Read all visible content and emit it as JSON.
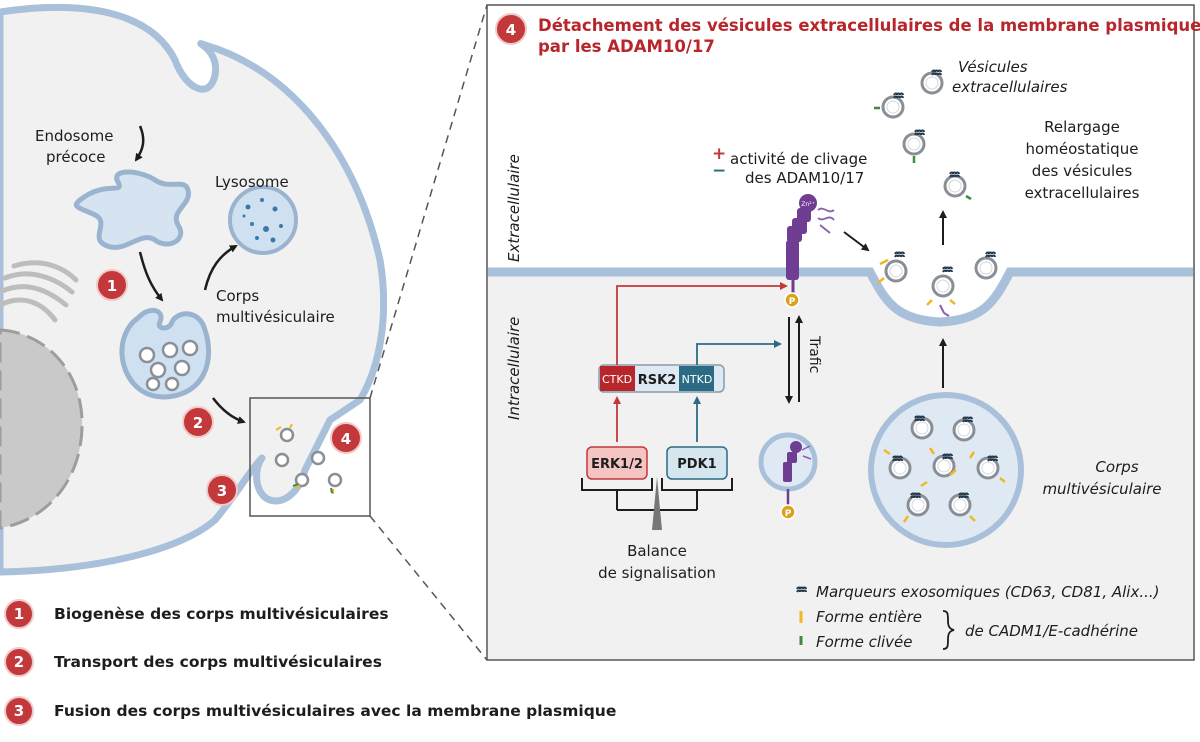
{
  "left_panel": {
    "endosome_label_line1": "Endosome",
    "endosome_label_line2": "précoce",
    "lysosome_label": "Lysosome",
    "mvb_label_line1": "Corps",
    "mvb_label_line2": "multivésiculaire",
    "step_badges": [
      "1",
      "2",
      "3",
      "4"
    ]
  },
  "legend": [
    {
      "number": "1",
      "text": "Biogenèse des corps multivésiculaires"
    },
    {
      "number": "2",
      "text": "Transport des corps multivésiculaires"
    },
    {
      "number": "3",
      "text": "Fusion des corps multivésiculaires avec la membrane plasmique"
    }
  ],
  "panel": {
    "step_number": "4",
    "title_line1": "Détachement des vésicules extracellulaires de la membrane plasmique",
    "title_line2": "par les ADAM10/17",
    "side_label_top": "Extracellulaire",
    "side_label_bottom": "Intracellulaire",
    "activity_sign_plus": "+",
    "activity_sign_minus": "−",
    "activity_line1": "activité de clivage",
    "activity_line2": "des ADAM10/17",
    "ev_label_line1": "Vésicules",
    "ev_label_line2": "extracellulaires",
    "release_line1": "Relargage",
    "release_line2": "homéostatique",
    "release_line3": "des vésicules",
    "release_line4": "extracellulaires",
    "rsk2": {
      "ctkd": "CTKD",
      "name": "RSK2",
      "ntkd": "NTKD"
    },
    "erk_label": "ERK1/2",
    "pdk_label": "PDK1",
    "balance_line1": "Balance",
    "balance_line2": "de signalisation",
    "trafic_label": "Trafic",
    "p_label": "P",
    "zn_label": "Zn²⁺",
    "mvb_line1": "Corps",
    "mvb_line2": "multivésiculaire",
    "key_markers": "Marqueurs exosomiques (CD63, CD81, Alix...)",
    "key_full": "Forme entière",
    "key_cleaved": "Forme clivée",
    "key_cadm": "de CADM1/E-cadhérine"
  },
  "colors": {
    "accent_red": "#c3383b",
    "title_red": "#b8262b",
    "membrane_blue": "#a9c0da",
    "cell_fill": "#f1f1f1",
    "adam_purple": "#6f3d91",
    "teal": "#2b6c84",
    "full_form_yellow": "#f1b824",
    "cleaved_green": "#3d8a43",
    "phospho_gold": "#d9a21e"
  },
  "icons": [
    "cd63-marker-icon",
    "full-form-tick-icon",
    "cleaved-form-tick-icon",
    "phosphate-icon",
    "zinc-icon",
    "adam-protein-icon"
  ]
}
